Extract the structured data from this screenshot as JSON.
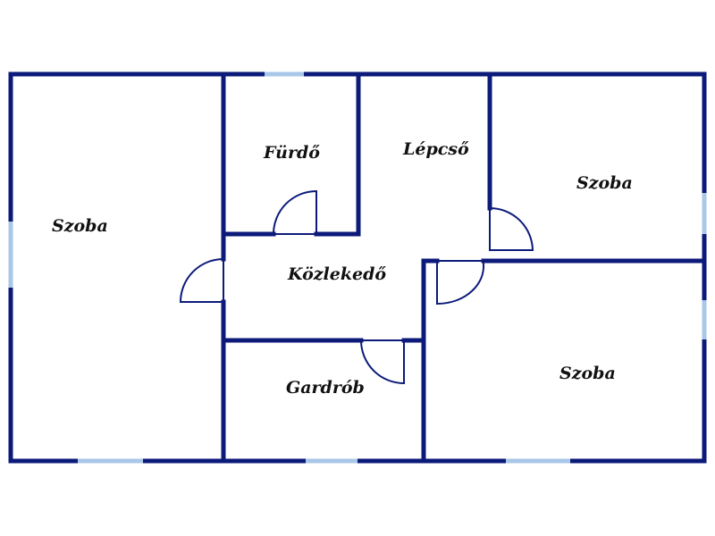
{
  "plan": {
    "colors": {
      "wall": "#0c1a7a",
      "window": "#a9c7e8",
      "background": "#ffffff",
      "label": "#111111"
    },
    "rooms": {
      "szoba_left": "Szoba",
      "furdo": "Fürdő",
      "lepcso": "Lépcső",
      "szoba_top_right": "Szoba",
      "kozlekedo": "Közlekedő",
      "gardrob": "Gardrób",
      "szoba_bottom_right": "Szoba"
    }
  }
}
